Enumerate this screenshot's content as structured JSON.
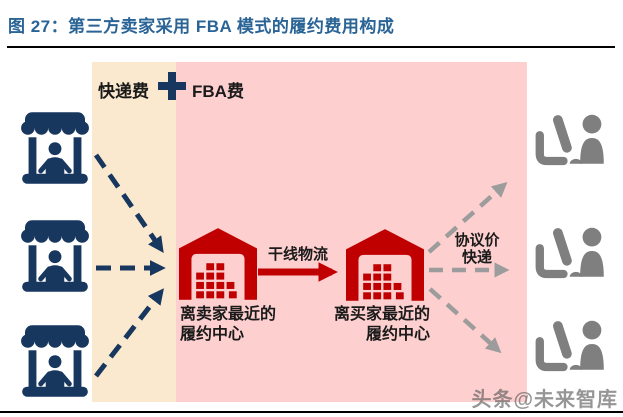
{
  "title": "图 27：第三方卖家采用 FBA 模式的履约费用构成",
  "fee_bands": {
    "express_label": "快递费",
    "plus": "+",
    "fba_label": "FBA费"
  },
  "flow": {
    "trunk_logistics": "干线物流",
    "seller_fc": {
      "line1": "离卖家最近的",
      "line2": "履约中心"
    },
    "buyer_fc": {
      "line1": "离买家最近的",
      "line2": "履约中心"
    },
    "negotiated_express": {
      "line1": "协议价",
      "line2": "快递"
    }
  },
  "watermark": "头条@未来智库",
  "colors": {
    "title_blue": "#2a6496",
    "navy": "#17375e",
    "red": "#c00000",
    "express_band": "#fbe9cf",
    "fba_band": "#fdcfcf",
    "gray_icon": "#7f7f7f",
    "gray_arrow": "#9c9c9c",
    "rule_black": "#000000"
  }
}
